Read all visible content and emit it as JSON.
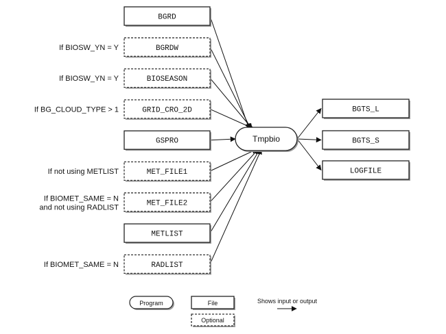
{
  "inputs": [
    {
      "label": "BGRD",
      "optional": false,
      "condition": ""
    },
    {
      "label": "BGRDW",
      "optional": true,
      "condition": "If BIOSW_YN = Y"
    },
    {
      "label": "BIOSEASON",
      "optional": true,
      "condition": "If BIOSW_YN = Y"
    },
    {
      "label": "GRID_CRO_2D",
      "optional": true,
      "condition": "If BG_CLOUD_TYPE > 1"
    },
    {
      "label": "GSPRO",
      "optional": false,
      "condition": ""
    },
    {
      "label": "MET_FILE1",
      "optional": true,
      "condition": "If not using METLIST"
    },
    {
      "label": "MET_FILE2",
      "optional": true,
      "condition": [
        "If BIOMET_SAME = N",
        "and not using RADLIST"
      ]
    },
    {
      "label": "METLIST",
      "optional": false,
      "condition": ""
    },
    {
      "label": "RADLIST",
      "optional": true,
      "condition": "If BIOMET_SAME = N"
    }
  ],
  "program": {
    "label": "Tmpbio"
  },
  "outputs": [
    {
      "label": "BGTS_L"
    },
    {
      "label": "BGTS_S"
    },
    {
      "label": "LOGFILE"
    }
  ],
  "legend": {
    "program": "Program",
    "file": "File",
    "optional": "Optional",
    "arrow": "Shows input or output"
  }
}
